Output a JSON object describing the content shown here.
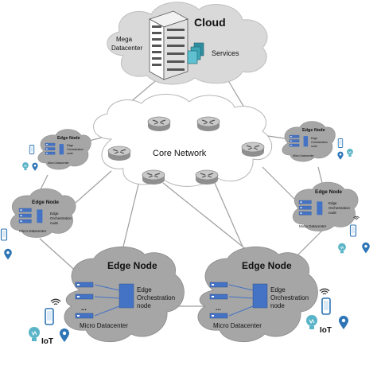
{
  "cloud": {
    "title": "Cloud",
    "mega_label_line1": "Mega",
    "mega_label_line2": "Datacenter",
    "services_label": "Services"
  },
  "core": {
    "label": "Core Network"
  },
  "edge": {
    "node_label": "Edge Node",
    "orch_line1": "Edge",
    "orch_line2": "Orchestration",
    "orch_line3": "node",
    "micro_dc": "Micro Datacenter",
    "ellipsis": "..."
  },
  "iot_label": "IoT",
  "colors": {
    "cloud_fill": "#d9d9d9",
    "cloud_stroke": "#bfbfbf",
    "edge_fill": "#a6a6a6",
    "server_blue": "#4472c4",
    "link_line": "#9e9e9e",
    "router_fill": "#b8b8b8",
    "pin_blue": "#2e75b6",
    "bulb_teal": "#5ab4c8"
  },
  "icons": [
    "server-rack-icon",
    "services-icon",
    "router-icon",
    "phone-icon",
    "wifi-icon",
    "bulb-icon",
    "location-pin-icon"
  ]
}
